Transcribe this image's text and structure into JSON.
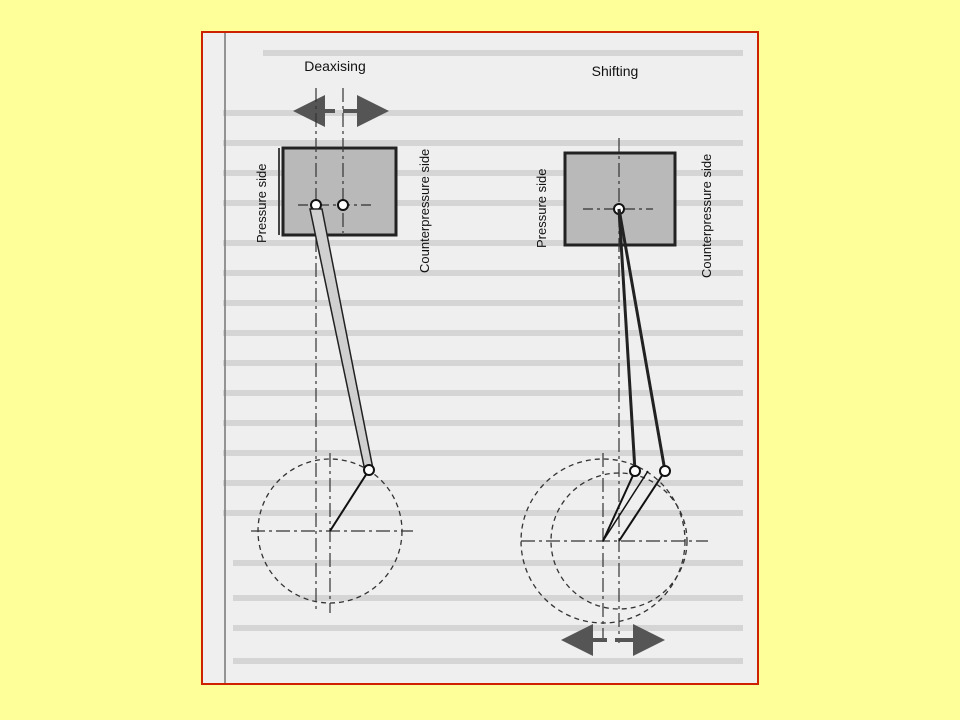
{
  "slide": {
    "background": "#ffff99",
    "frame_border_color": "#cc2200"
  },
  "figure": {
    "left_panel": {
      "title": "Deaxising",
      "pressure_label": "Pressure side",
      "counterpressure_label": "Counterpressure side"
    },
    "right_panel": {
      "title": "Shifting",
      "pressure_label": "Pressure side",
      "counterpressure_label": "Counterpressure side"
    }
  }
}
